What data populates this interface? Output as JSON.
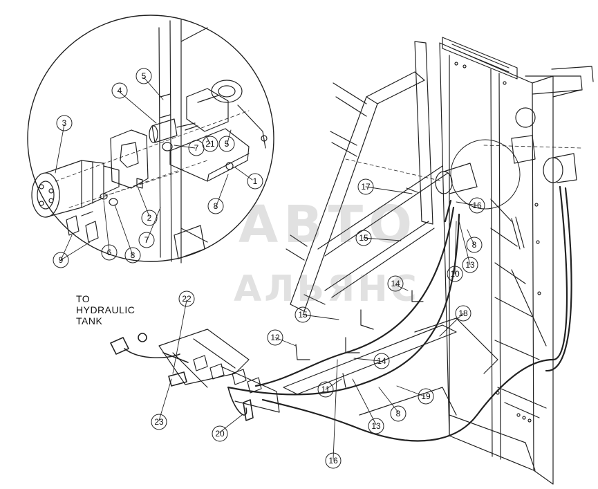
{
  "note": {
    "line1": "TO",
    "line2": "HYDRAULIC",
    "line3": "TANK"
  },
  "watermark": {
    "top": "АВТО",
    "bottom": "АЛЬЯНС"
  },
  "callouts": [
    {
      "id": "c1",
      "label": "1"
    },
    {
      "id": "c2",
      "label": "2"
    },
    {
      "id": "c3",
      "label": "3"
    },
    {
      "id": "c4",
      "label": "4"
    },
    {
      "id": "c5a",
      "label": "5"
    },
    {
      "id": "c5b",
      "label": "5"
    },
    {
      "id": "c6",
      "label": "6"
    },
    {
      "id": "c7a",
      "label": "7"
    },
    {
      "id": "c7b",
      "label": "7"
    },
    {
      "id": "c8a",
      "label": "8"
    },
    {
      "id": "c8b",
      "label": "8"
    },
    {
      "id": "c8c",
      "label": "8"
    },
    {
      "id": "c8d",
      "label": "8"
    },
    {
      "id": "c9",
      "label": "9"
    },
    {
      "id": "c10",
      "label": "10"
    },
    {
      "id": "c11",
      "label": "11"
    },
    {
      "id": "c12",
      "label": "12"
    },
    {
      "id": "c13a",
      "label": "13"
    },
    {
      "id": "c13b",
      "label": "13"
    },
    {
      "id": "c14a",
      "label": "14"
    },
    {
      "id": "c14b",
      "label": "14"
    },
    {
      "id": "c15a",
      "label": "15"
    },
    {
      "id": "c15b",
      "label": "15"
    },
    {
      "id": "c16a",
      "label": "16"
    },
    {
      "id": "c16b",
      "label": "16"
    },
    {
      "id": "c17",
      "label": "17"
    },
    {
      "id": "c18",
      "label": "18"
    },
    {
      "id": "c19",
      "label": "19"
    },
    {
      "id": "c20",
      "label": "20"
    },
    {
      "id": "c21",
      "label": "21"
    },
    {
      "id": "c22",
      "label": "22"
    },
    {
      "id": "c23",
      "label": "23"
    }
  ]
}
